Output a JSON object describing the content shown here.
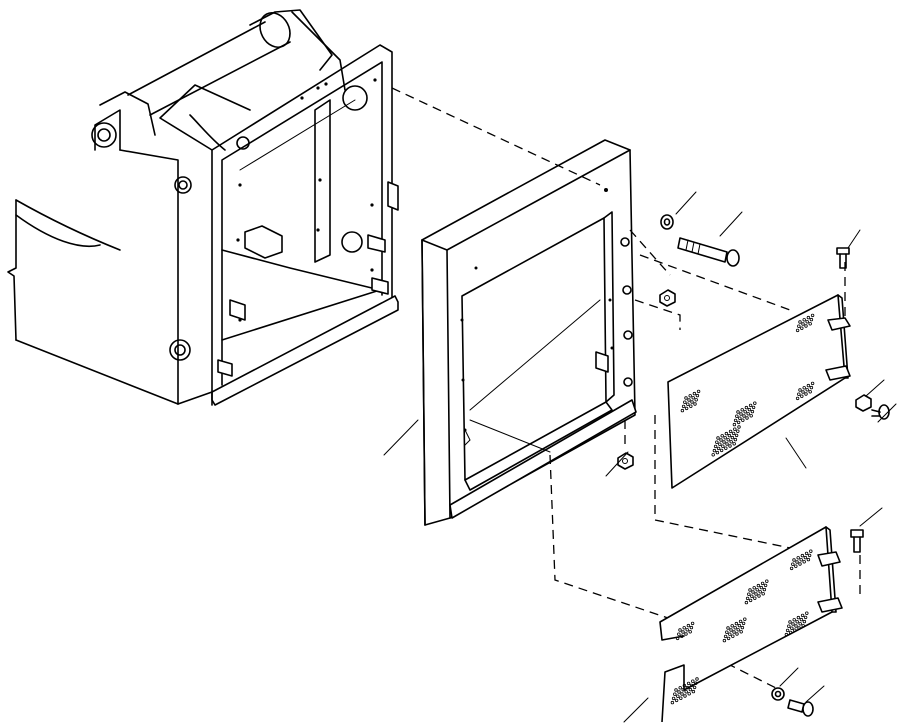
{
  "figure": {
    "type": "exploded-parts-diagram",
    "text_labels": []
  },
  "parts": [
    {
      "id": "frame",
      "icon": "loader-frame-icon"
    },
    {
      "id": "grille-frame",
      "icon": "grille-frame-icon"
    },
    {
      "id": "upper-screen",
      "icon": "perforated-panel-icon"
    },
    {
      "id": "lower-screen",
      "icon": "perforated-panel-icon"
    },
    {
      "id": "bolt",
      "icon": "bolt-icon"
    },
    {
      "id": "washer",
      "icon": "washer-icon"
    },
    {
      "id": "nut",
      "icon": "nut-icon"
    },
    {
      "id": "screw",
      "icon": "screw-icon"
    }
  ],
  "colors": {
    "line": "#000000",
    "background": "#ffffff"
  }
}
